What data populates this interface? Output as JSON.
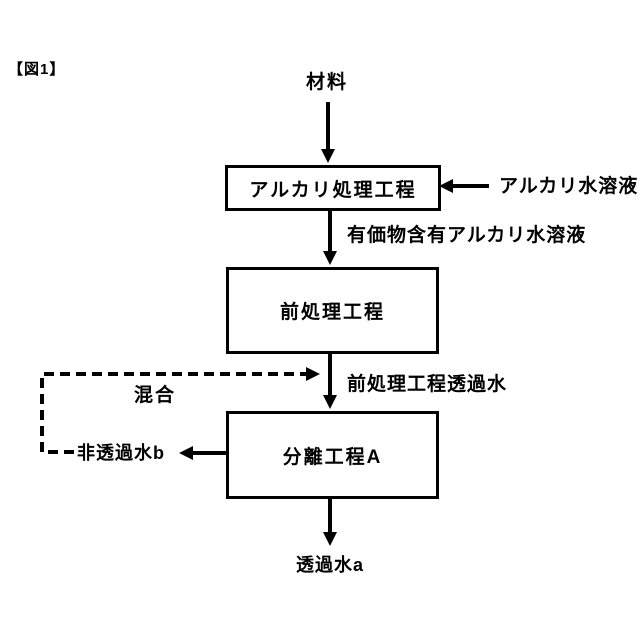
{
  "figure": {
    "label": "【図1】"
  },
  "nodes": {
    "material": "材料",
    "alkali_treatment": "アルカリ処理工程",
    "pretreatment": "前処理工程",
    "separation_a": "分離工程A"
  },
  "flow_labels": {
    "alkali_solution": "アルカリ水溶液",
    "valuable_alkali_solution": "有価物含有アルカリ水溶液",
    "pretreatment_permeate": "前処理工程透過水",
    "mixing": "混合",
    "non_permeate_b": "非透過水b",
    "permeate_a": "透過水a"
  },
  "colors": {
    "line": "#000000",
    "background": "#ffffff"
  }
}
